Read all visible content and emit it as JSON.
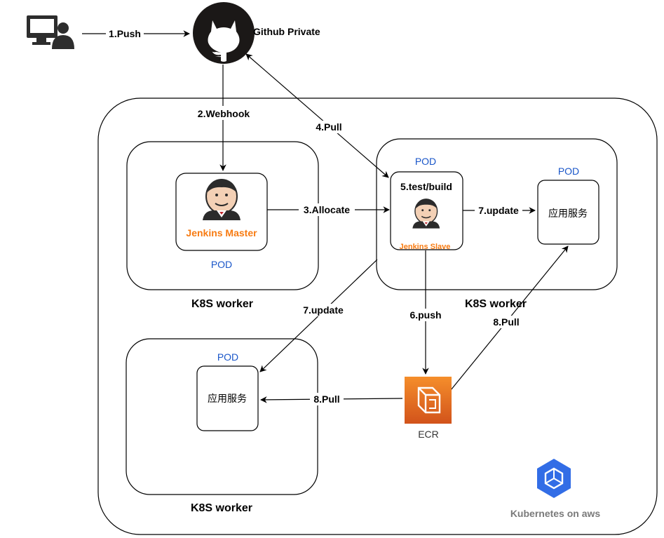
{
  "nodes": {
    "github": "Github Private",
    "jenkins_master": "Jenkins Master",
    "jenkins_slave": "Jenkins Slave",
    "app_service_top": "应用服务",
    "app_service_bottom": "应用服务",
    "ecr": "ECR",
    "kubernetes": "Kubernetes on aws"
  },
  "groups": {
    "worker_left_top": "K8S worker",
    "worker_right_top": "K8S worker",
    "worker_left_bottom": "K8S worker",
    "pod_master": "POD",
    "pod_slave": "POD",
    "pod_app_top": "POD",
    "pod_app_bottom": "POD"
  },
  "edges": {
    "push": "1.Push",
    "webhook": "2.Webhook",
    "allocate": "3.Allocate",
    "pull_github": "4.Pull",
    "test_build": "5.test/build",
    "push_ecr": "6.push",
    "update_top": "7.update",
    "update_bottom": "7.update",
    "pull_ecr_top": "8.Pull",
    "pull_ecr_bottom": "8.Pull"
  },
  "colors": {
    "pod_label": "#1a56c9",
    "jenkins_label": "#f77b12",
    "ecr_gradient_top": "#f58e2b",
    "ecr_gradient_bottom": "#d2531b",
    "k8s_logo": "#326de6"
  },
  "icons": {
    "user": "computer-user-icon",
    "github": "github-octocat-icon",
    "jenkins": "jenkins-butler-icon",
    "ecr": "aws-ecr-icon",
    "k8s": "kubernetes-engine-icon"
  }
}
